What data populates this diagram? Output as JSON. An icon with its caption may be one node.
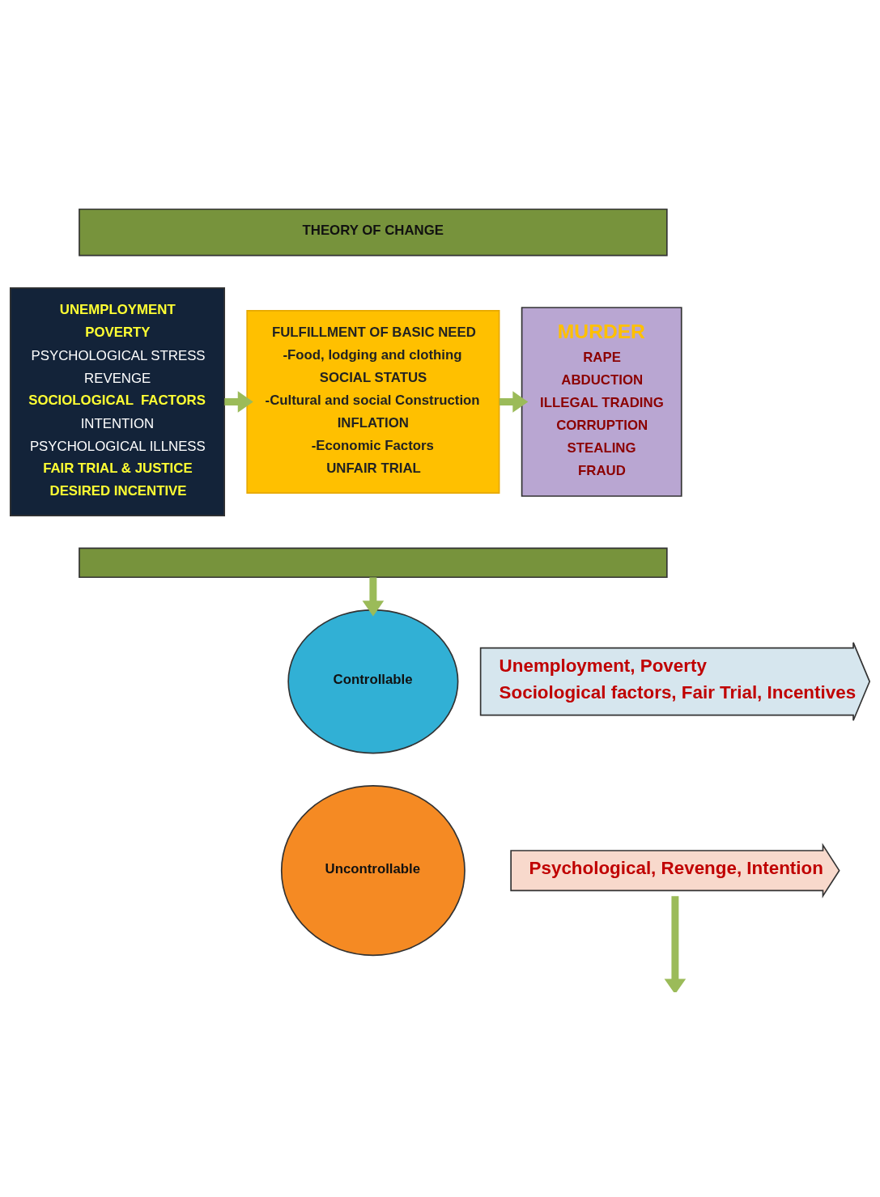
{
  "diagram": {
    "nodes": [
      {
        "text": [
          "THEORY OF CHANGE"
        ]
      },
      {
        "text": [
          "UNEMPLOYMENT",
          "POVERTY",
          "PSYCHOLOGICAL STRESS",
          "REVENGE",
          "SOCIOLOGICAL  FACTORS",
          "INTENTION",
          "PSYCHOLOGICAL ILLNESS",
          "FAIR TRIAL & JUSTICE",
          "DESIRED INCENTIVE"
        ]
      },
      {
        "text": [
          "FULFILLMENT OF BASIC NEED",
          "-Food, lodging and clothing",
          "SOCIAL STATUS",
          "-Cultural and social Construction",
          "INFLATION",
          "-Economic Factors",
          "UNFAIR TRIAL"
        ]
      },
      {
        "text": [
          "MURDER",
          "RAPE",
          "ABDUCTION",
          "ILLEGAL TRADING",
          "CORRUPTION",
          "STEALING",
          "FRAUD"
        ]
      },
      {
        "text": [],
        "shape": "bar"
      },
      {
        "text": [
          "Controllable"
        ]
      },
      {
        "text": [
          "Unemployment, Poverty",
          "Sociological factors, Fair Trial, Incentives"
        ]
      },
      {
        "text": [
          "Uncontrollable"
        ]
      },
      {
        "text": [
          "Psychological, Revenge, Intention"
        ]
      }
    ],
    "edges": [
      {
        "from": 1,
        "to": 2,
        "arrow": "to"
      },
      {
        "from": 2,
        "to": 3,
        "arrow": "to"
      },
      {
        "from": 4,
        "to": 5,
        "arrow": "to"
      },
      {
        "from": 8,
        "to": null,
        "arrow": "to"
      }
    ]
  }
}
